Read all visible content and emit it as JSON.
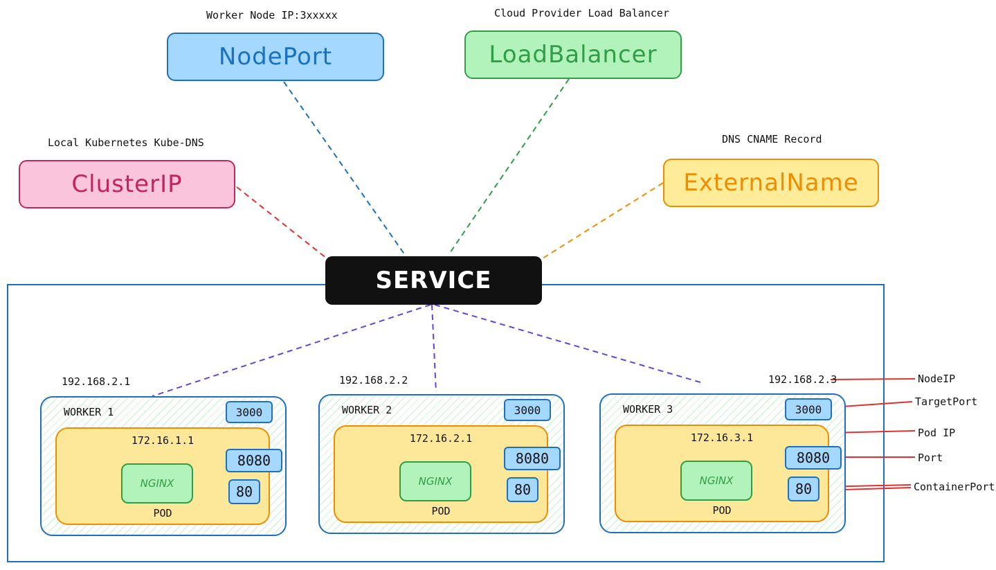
{
  "colors": {
    "nodeport_fill": "#a5d8ff",
    "nodeport_stroke": "#1f6fbf",
    "nodeport_text": "#1971c2",
    "loadbalancer_fill": "#b2f2bb",
    "loadbalancer_stroke": "#2f9e44",
    "loadbalancer_text": "#2f9e44",
    "clusterip_fill": "#fbc4dd",
    "clusterip_stroke": "#c2255c",
    "clusterip_text": "#c2255c",
    "externalname_fill": "#ffec99",
    "externalname_stroke": "#f08c00",
    "externalname_text": "#f08c00",
    "service_fill": "#111111",
    "worker_link": "#6741d9",
    "annotation_red": "#e03131"
  },
  "service_types": {
    "nodeport": {
      "label": "NodePort",
      "caption": "Worker Node IP:3xxxxx"
    },
    "loadbalancer": {
      "label": "LoadBalancer",
      "caption": "Cloud Provider Load Balancer"
    },
    "clusterip": {
      "label": "ClusterIP",
      "caption": "Local Kubernetes Kube-DNS"
    },
    "externalname": {
      "label": "ExternalName",
      "caption": "DNS CNAME Record"
    }
  },
  "service": {
    "label": "SERVICE"
  },
  "workers": [
    {
      "label": "WORKER 1",
      "node_ip": "192.168.2.1",
      "pod_ip": "172.16.1.1",
      "pod_label": "POD",
      "container": "NGINX",
      "target_port": "3000",
      "port": "8080",
      "container_port": "80"
    },
    {
      "label": "WORKER 2",
      "node_ip": "192.168.2.2",
      "pod_ip": "172.16.2.1",
      "pod_label": "POD",
      "container": "NGINX",
      "target_port": "3000",
      "port": "8080",
      "container_port": "80"
    },
    {
      "label": "WORKER 3",
      "node_ip": "192.168.2.3",
      "pod_ip": "172.16.3.1",
      "pod_label": "POD",
      "container": "NGINX",
      "target_port": "3000",
      "port": "8080",
      "container_port": "80"
    }
  ],
  "legend": {
    "node_ip": "NodeIP",
    "target_port": "TargetPort",
    "pod_ip": "Pod IP",
    "port": "Port",
    "container_port": "ContainerPort"
  }
}
